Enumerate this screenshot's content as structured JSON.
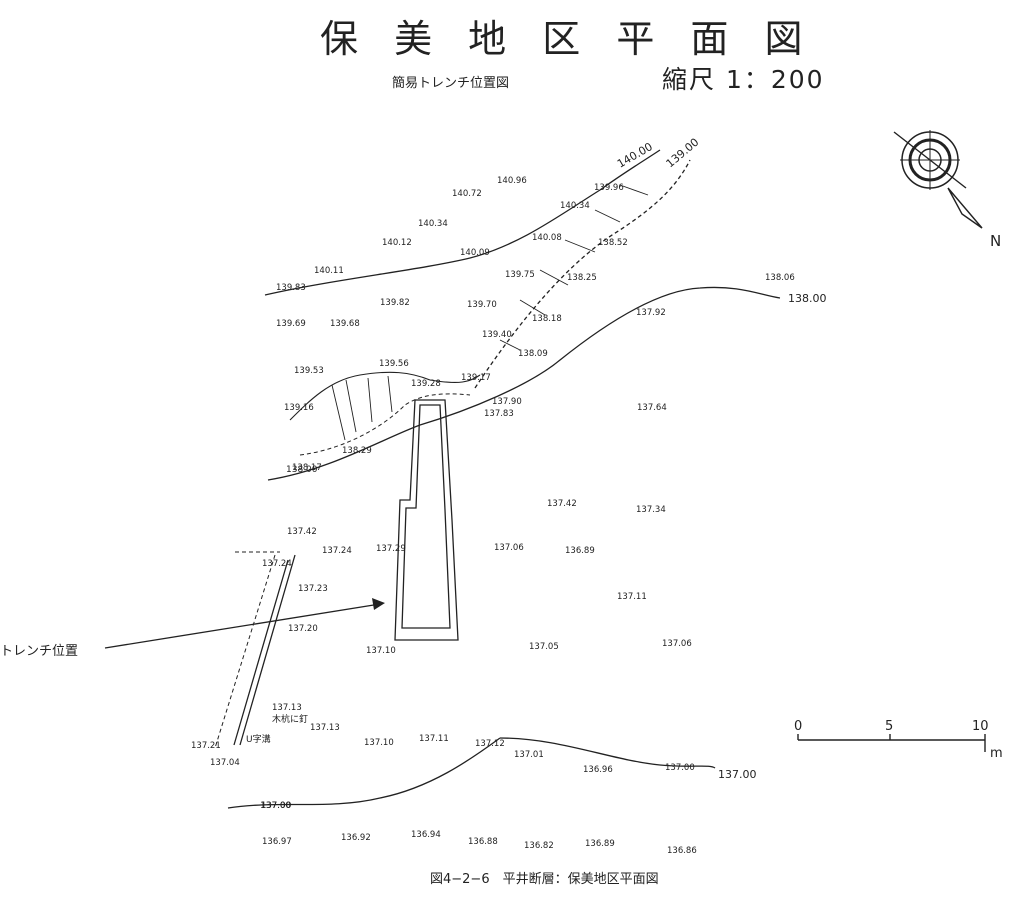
{
  "title": "保 美 地 区 平 面 図",
  "subtitle": "簡易トレンチ位置図",
  "scale": "縮尺 1：200",
  "caption": "図4−2−6　平井断層：保美地区平面図",
  "trench_label": "トレンチ位置",
  "north_label": "N",
  "scale_bar": {
    "tick_labels": [
      "0",
      "5",
      "10"
    ],
    "unit": "m"
  },
  "feature_labels": {
    "wooden_stake": "木杭に釘",
    "u_gutter": "U字溝"
  },
  "contour_labels": [
    "140.00",
    "139.00",
    "138.00",
    "138.00",
    "137.00",
    "137.00"
  ],
  "spot_heights": [
    "140.96",
    "140.72",
    "139.96",
    "140.34",
    "140.34",
    "140.12",
    "140.08",
    "138.52",
    "140.09",
    "140.11",
    "139.83",
    "139.75",
    "138.25",
    "138.06",
    "139.82",
    "139.70",
    "137.92",
    "139.69",
    "139.68",
    "138.18",
    "139.40",
    "138.09",
    "139.53",
    "139.56",
    "139.28",
    "139.17",
    "137.90",
    "137.83",
    "137.64",
    "139.16",
    "138.29",
    "138.17",
    "137.42",
    "137.34",
    "137.42",
    "137.24",
    "137.29",
    "137.06",
    "136.89",
    "137.24",
    "137.23",
    "137.11",
    "137.20",
    "137.10",
    "137.05",
    "137.06",
    "137.13",
    "137.13",
    "137.10",
    "137.11",
    "137.12",
    "137.01",
    "137.21",
    "137.04",
    "136.96",
    "137.00",
    "137.00",
    "136.97",
    "136.92",
    "136.94",
    "136.88",
    "136.82",
    "136.89",
    "136.86"
  ]
}
